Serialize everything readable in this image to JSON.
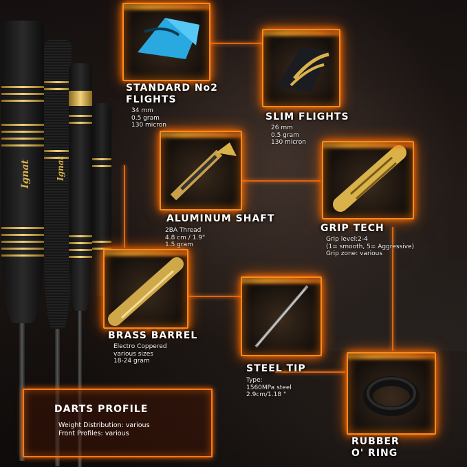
{
  "features": [
    {
      "title_lines": [
        "STANDARD No2",
        "FLIGHTS"
      ],
      "specs": [
        "34 mm",
        "0.5 gram",
        "130 micron"
      ]
    },
    {
      "title_lines": [
        "SLIM FLIGHTS"
      ],
      "specs": [
        "26 mm",
        "0.5 gram",
        "130 micron"
      ]
    },
    {
      "title_lines": [
        "ALUMINUM SHAFT"
      ],
      "specs": [
        "2BA Thread",
        "4.8 cm / 1.9\"",
        "1.5 gram"
      ]
    },
    {
      "title_lines": [
        "GRIP TECH"
      ],
      "specs": [
        "Grip level:2-4",
        "(1= smooth, 5= Aggressive)",
        "Grip zone: various"
      ]
    },
    {
      "title_lines": [
        "BRASS BARREL"
      ],
      "specs": [
        "Electro Coppered",
        "various sizes",
        "18-24 gram"
      ]
    },
    {
      "title_lines": [
        "STEEL TIP"
      ],
      "specs": [
        "Type:",
        "1560MPa steel",
        "2.9cm/1.18 \""
      ]
    },
    {
      "title_lines": [
        "RUBBER",
        "O' RING"
      ],
      "specs": []
    }
  ],
  "profile": {
    "title": "DARTS PROFILE",
    "lines": [
      "Weight Distribution: various",
      "Front Profiles: various"
    ]
  },
  "brand": "Ignat",
  "colors": {
    "accent": "#ff8a1e",
    "gold": "#d9b24a"
  }
}
